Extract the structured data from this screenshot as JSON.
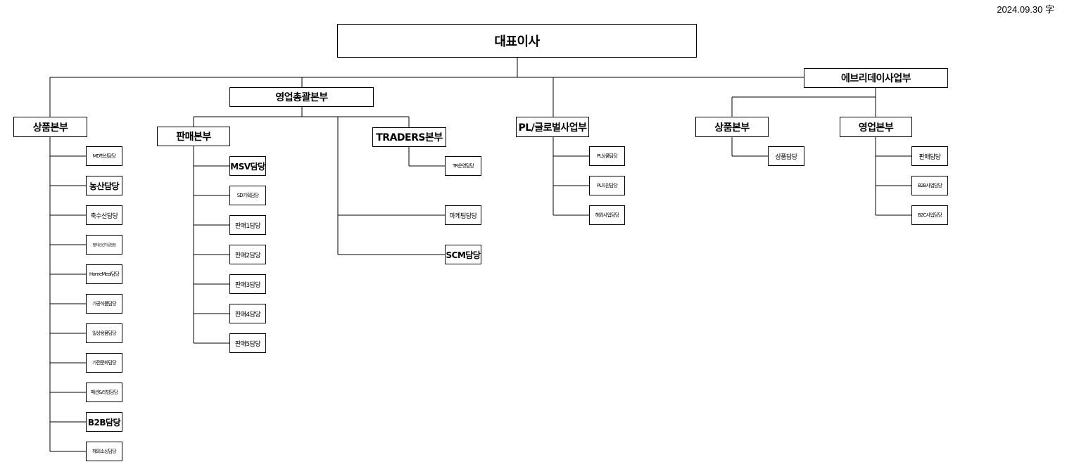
{
  "date_label": "2024.09.30 字",
  "ceo": "대표이사",
  "sales_hq": {
    "title": "영업총괄본부",
    "store_hq": {
      "title": "판매본부",
      "items": [
        "MSV담당",
        "SD기획담당",
        "판매1담당",
        "판매2담당",
        "판매3담당",
        "판매4담당",
        "판매5담당"
      ]
    },
    "traders_hq": {
      "title": "TRADERS본부",
      "items": [
        "TR운영담당"
      ]
    },
    "direct_items": [
      "마케팅담당",
      "SCM담당"
    ]
  },
  "product_hq": {
    "title": "상품본부",
    "items": [
      "MD혁신담당",
      "농산담당",
      "축수산담당",
      "델리/신선가공담당",
      "HomeMeal담당",
      "가공식품담당",
      "일상용품담당",
      "가전문화담당",
      "패션&리빙담당",
      "B2B담당",
      "해외소싱담당"
    ]
  },
  "pl_global": {
    "title": "PL/글로벌사업부",
    "items": [
      "PL상품담당",
      "PL지원담당",
      "해외사업담당"
    ]
  },
  "everyday": {
    "title": "에브리데이사업부",
    "product_hq": {
      "title": "상품본부",
      "items": [
        "상품담당"
      ]
    },
    "sales_hq": {
      "title": "영업본부",
      "items": [
        "판매담당",
        "B2B사업담당",
        "B2C사업담당"
      ]
    }
  }
}
